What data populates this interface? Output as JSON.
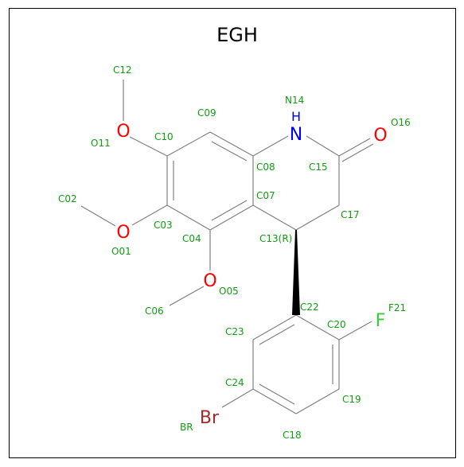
{
  "title": "EGH",
  "colors": {
    "carbon_label": "#119c11",
    "oxygen": "#ff0000",
    "nitrogen": "#0000ff",
    "fluorine": "#33cc33",
    "bromine": "#a52a2a",
    "bond": "#808080",
    "wedge": "#000000"
  },
  "atoms": {
    "c12": "C12",
    "o11_sym": "O",
    "o11": "O11",
    "c10": "C10",
    "c09": "C09",
    "n14_sym": "N",
    "n14_h": "H",
    "n14": "N14",
    "o16_sym": "O",
    "o16": "O16",
    "c08": "C08",
    "c15": "C15",
    "c02": "C02",
    "c07": "C07",
    "c03": "C03",
    "o01_sym": "O",
    "o01": "O01",
    "c04": "C04",
    "c13": "C13(R)",
    "c17": "C17",
    "o05_sym": "O",
    "o05": "O05",
    "c06": "C06",
    "c22": "C22",
    "f21_sym": "F",
    "f21": "F21",
    "c20": "C20",
    "c23": "C23",
    "c24": "C24",
    "c19": "C19",
    "br_sym": "Br",
    "br": "BR",
    "c18": "C18"
  }
}
